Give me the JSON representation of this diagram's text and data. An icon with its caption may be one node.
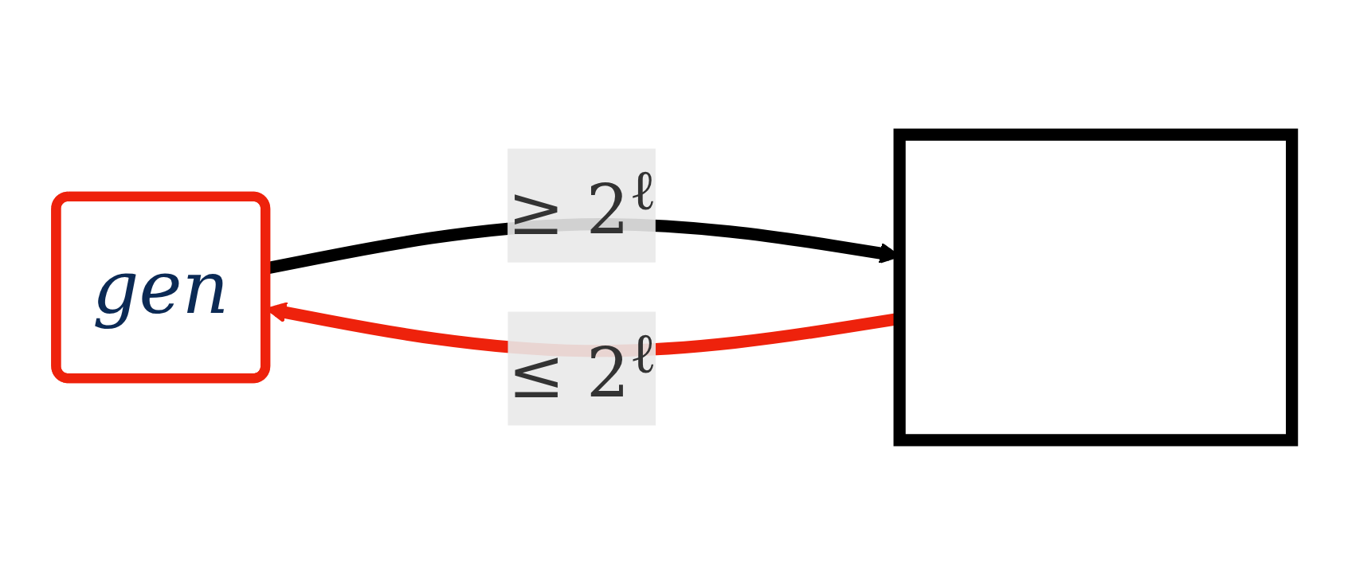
{
  "diagram": {
    "nodes": [
      {
        "text": [
          "gen"
        ]
      },
      {
        "text": [],
        "shape": "box"
      }
    ],
    "edges": [
      {
        "from": 0,
        "to": 1,
        "arrow": "to",
        "label": "≥ 2$^{ℓ}$"
      },
      {
        "from": 1,
        "to": 0,
        "arrow": "to",
        "label": "≤ 2$^{ℓ}$",
        "color": "#ee220c"
      }
    ]
  }
}
